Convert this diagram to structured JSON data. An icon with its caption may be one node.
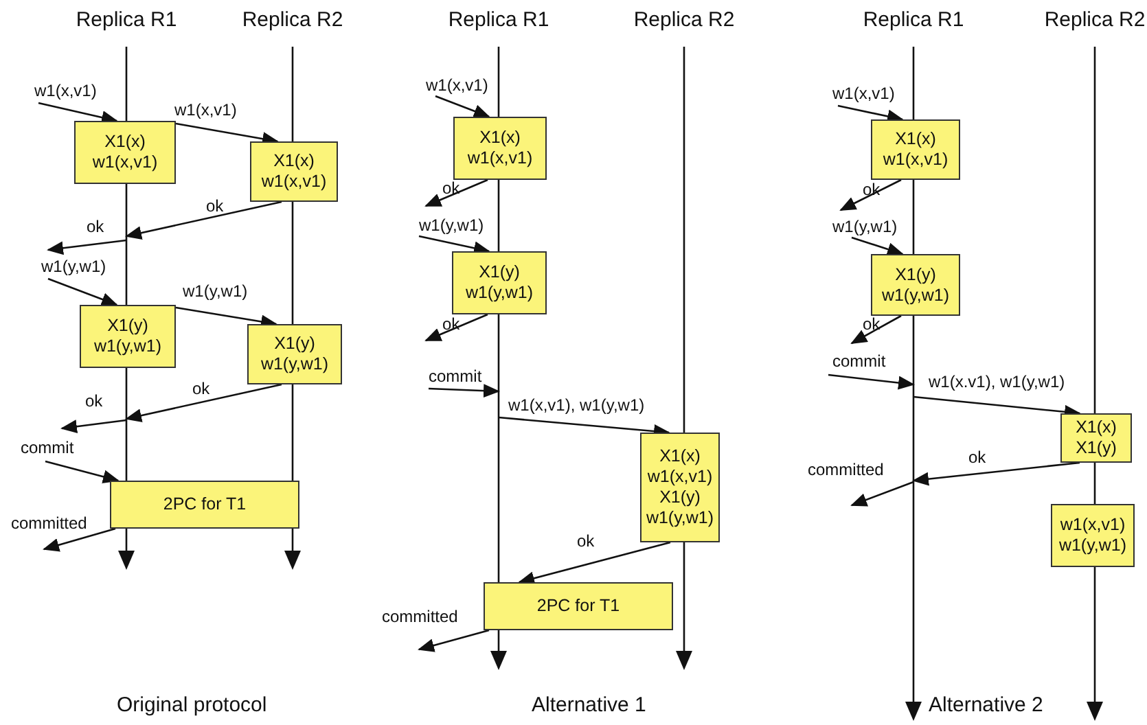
{
  "diagram": {
    "nodes": [
      {
        "text": [],
        "shape": "line",
        "beside": [
          "Replica R1"
        ]
      },
      {
        "text": [],
        "shape": "line",
        "beside": [
          "Replica R2"
        ]
      },
      {
        "text": [
          "X1(x)",
          "w1(x,v1)"
        ]
      },
      {
        "text": [
          "X1(x)",
          "w1(x,v1)"
        ]
      },
      {
        "text": [
          "X1(y)",
          "w1(y,w1)"
        ]
      },
      {
        "text": [
          "X1(y)",
          "w1(y,w1)"
        ]
      },
      {
        "text": [
          "2PC for T1"
        ]
      },
      {
        "text": [],
        "shape": "line",
        "beside": [
          "Replica R1"
        ]
      },
      {
        "text": [],
        "shape": "line",
        "beside": [
          "Replica R2"
        ]
      },
      {
        "text": [
          "X1(x)",
          "w1(x,v1)"
        ]
      },
      {
        "text": [
          "X1(y)",
          "w1(y,w1)"
        ]
      },
      {
        "text": [
          "X1(x)",
          "w1(x,v1)",
          "X1(y)",
          "w1(y,w1)"
        ]
      },
      {
        "text": [
          "2PC for T1"
        ]
      },
      {
        "text": [],
        "shape": "line",
        "beside": [
          "Replica R1"
        ]
      },
      {
        "text": [],
        "shape": "line",
        "beside": [
          "Replica R2"
        ]
      },
      {
        "text": [
          "X1(x)",
          "w1(x,v1)"
        ]
      },
      {
        "text": [
          "X1(y)",
          "w1(y,w1)"
        ]
      },
      {
        "text": [
          "X1(x)",
          "X1(y)"
        ]
      },
      {
        "text": [
          "w1(x,v1)",
          "w1(y,w1)"
        ]
      }
    ],
    "edges": [
      {
        "from": null,
        "to": 2,
        "arrow": "to",
        "label": "w1(x,v1)"
      },
      {
        "from": 2,
        "to": 3,
        "arrow": "to",
        "label": "w1(x,v1)"
      },
      {
        "from": 3,
        "to": 0,
        "arrow": "to",
        "label": "ok"
      },
      {
        "from": 0,
        "to": null,
        "arrow": "to",
        "label": "ok"
      },
      {
        "from": null,
        "to": 4,
        "arrow": "to",
        "label": "w1(y,w1)"
      },
      {
        "from": 4,
        "to": 5,
        "arrow": "to",
        "label": "w1(y,w1)"
      },
      {
        "from": 5,
        "to": 0,
        "arrow": "to",
        "label": "ok"
      },
      {
        "from": 0,
        "to": null,
        "arrow": "to",
        "label": "ok"
      },
      {
        "from": null,
        "to": 6,
        "arrow": "to",
        "label": "commit"
      },
      {
        "from": 6,
        "to": null,
        "arrow": "to",
        "label": "committed"
      },
      {
        "from": null,
        "to": 9,
        "arrow": "to",
        "label": "w1(x,v1)"
      },
      {
        "from": 9,
        "to": null,
        "arrow": "to",
        "label": "ok"
      },
      {
        "from": null,
        "to": 10,
        "arrow": "to",
        "label": "w1(y,w1)"
      },
      {
        "from": 10,
        "to": null,
        "arrow": "to",
        "label": "ok"
      },
      {
        "from": null,
        "to": 7,
        "arrow": "to",
        "label": "commit"
      },
      {
        "from": 7,
        "to": 11,
        "arrow": "to",
        "label": "w1(x,v1), w1(y,w1)"
      },
      {
        "from": 11,
        "to": 12,
        "arrow": "to",
        "label": "ok"
      },
      {
        "from": 12,
        "to": null,
        "arrow": "to",
        "label": "committed"
      },
      {
        "from": null,
        "to": 15,
        "arrow": "to",
        "label": "w1(x,v1)"
      },
      {
        "from": 15,
        "to": null,
        "arrow": "to",
        "label": "ok"
      },
      {
        "from": null,
        "to": 16,
        "arrow": "to",
        "label": "w1(y,w1)"
      },
      {
        "from": 16,
        "to": null,
        "arrow": "to",
        "label": "ok"
      },
      {
        "from": null,
        "to": 13,
        "arrow": "to",
        "label": "commit"
      },
      {
        "from": 13,
        "to": 17,
        "arrow": "to",
        "label": "w1(x.v1), w1(y,w1)"
      },
      {
        "from": 17,
        "to": 13,
        "arrow": "to",
        "label": "ok"
      },
      {
        "from": 13,
        "to": null,
        "arrow": "to",
        "label": "committed"
      }
    ],
    "labels": [
      "Original protocol",
      "Alternative 1",
      "Alternative 2"
    ]
  }
}
